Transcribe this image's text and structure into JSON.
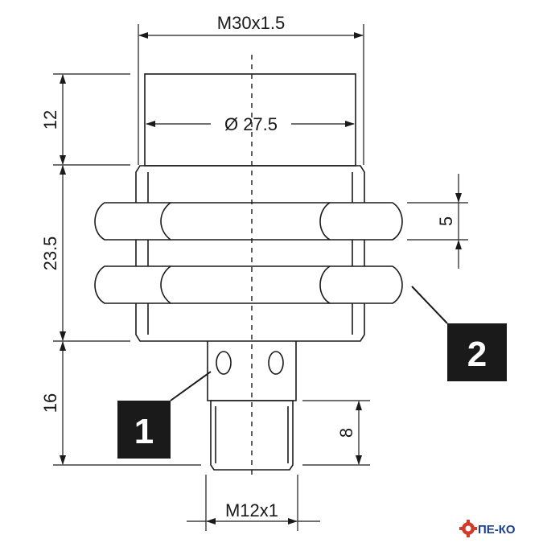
{
  "dimensions": {
    "thread_main": "M30x1.5",
    "diameter": "Ø 27.5",
    "cap_height": "12",
    "thread_length": "23.5",
    "nut_thickness": "5",
    "connector_length": "16",
    "connector_thread_length": "8",
    "connector_thread": "M12x1"
  },
  "callouts": {
    "label_1": "1",
    "label_2": "2"
  },
  "logo": {
    "text": "ПЕ-КО",
    "gear_color": "#d23a2a",
    "text_color": "#1a3f8c"
  },
  "colors": {
    "line": "#1a1a1a",
    "callout_bg": "#1a1a1a"
  }
}
